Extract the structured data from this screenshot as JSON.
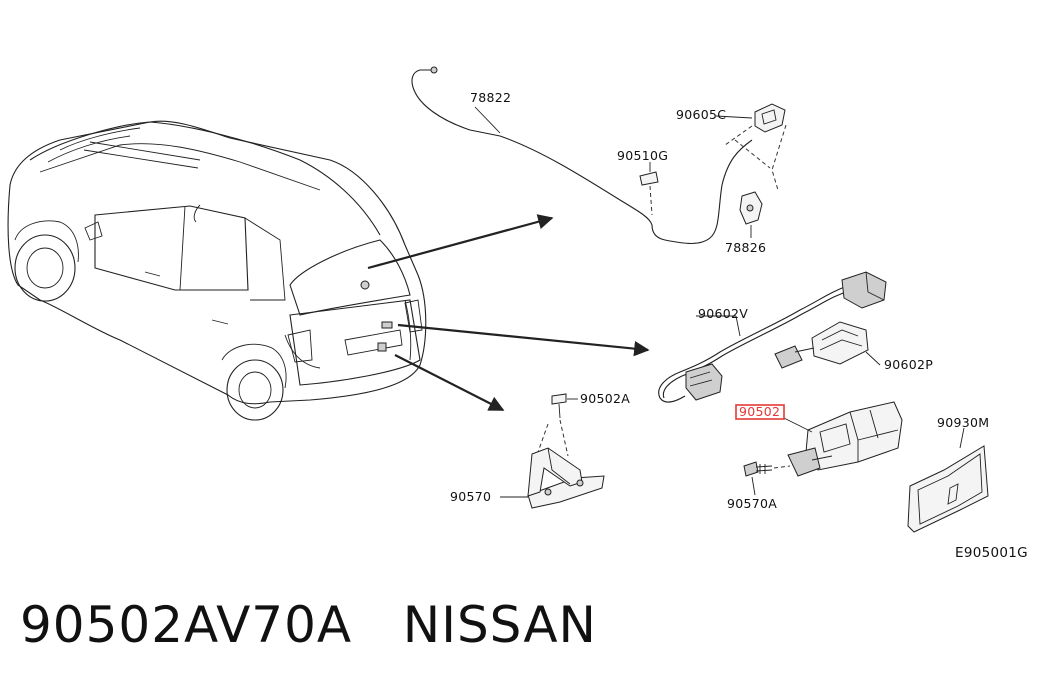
{
  "labels": {
    "p78822": "78822",
    "p90605C": "90605C",
    "p90510G": "90510G",
    "p78826": "78826",
    "p90602V": "90602V",
    "p90602P": "90602P",
    "p90502A": "90502A",
    "p90502": "90502",
    "p90930M": "90930M",
    "p90570": "90570",
    "p90570A": "90570A",
    "diagram_code": "E905001G"
  },
  "caption": {
    "part_number": "90502AV70A",
    "brand": "NISSAN"
  },
  "colors": {
    "highlight": "#e53935",
    "line": "#222222"
  }
}
